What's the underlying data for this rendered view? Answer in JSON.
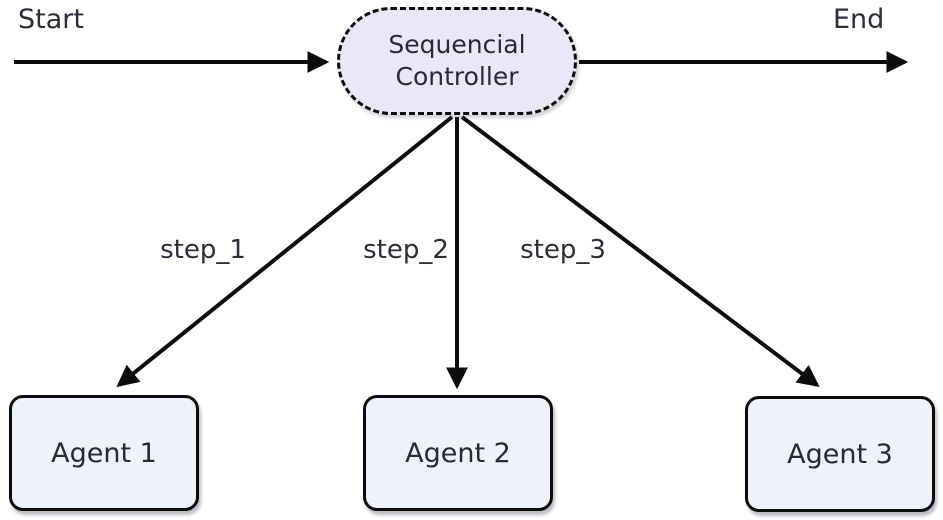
{
  "flow": {
    "start_label": "Start",
    "end_label": "End",
    "controller": {
      "label_line1": "Sequencial",
      "label_line2": "Controller"
    },
    "steps": [
      {
        "label": "step_1"
      },
      {
        "label": "step_2"
      },
      {
        "label": "step_3"
      }
    ],
    "agents": [
      {
        "label": "Agent 1"
      },
      {
        "label": "Agent 2"
      },
      {
        "label": "Agent 3"
      }
    ],
    "colors": {
      "controller_fill": "#ece6f9",
      "agent_fill": "#edf2fb",
      "line": "#0c0c0c",
      "text": "#272b35"
    }
  }
}
